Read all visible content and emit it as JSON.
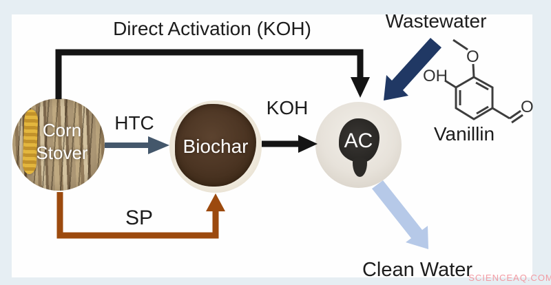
{
  "figure": {
    "top_route_label": "Direct Activation (KOH)",
    "wastewater_label": "Wastewater",
    "htc_label": "HTC",
    "koh_label": "KOH",
    "sp_label": "SP",
    "vanillin_label": "Vanillin",
    "clean_water_label": "Clean Water",
    "watermark": "SCIENCEAQ.COM"
  },
  "nodes": {
    "corn_stover": {
      "label_line1": "Corn",
      "label_line2": "Stover"
    },
    "biochar": {
      "label": "Biochar"
    },
    "ac": {
      "label": "AC"
    }
  },
  "molecule": {
    "oh_label": "OH",
    "methoxy_o_label": "O",
    "aldehyde_o_label": "O"
  },
  "colors": {
    "black_arrow": "#141414",
    "htc_arrow": "#44576b",
    "sp_arrow": "#9c4a0e",
    "wastewater_arrow": "#203864",
    "clean_water_arrow": "#b6c9e8",
    "molecule_stroke": "#3d3d3d",
    "molecule_text": "#333333",
    "watermark": "#f29aa2"
  }
}
